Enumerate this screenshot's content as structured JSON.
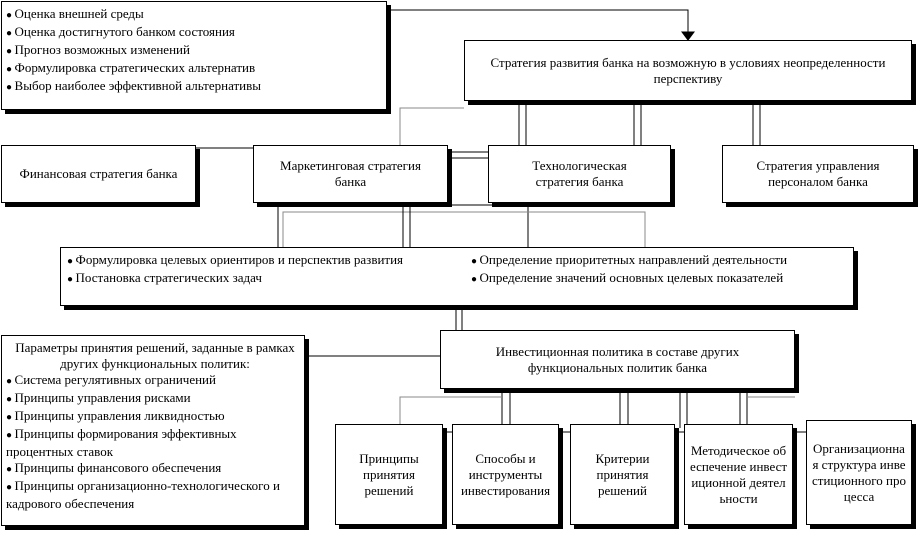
{
  "analysis": {
    "items": [
      "Оценка внешней среды",
      "Оценка достигнутого банком состояния",
      "Прогноз возможных изменений",
      "Формулировка стратегических альтернатив",
      "Выбор наиболее эффективной альтернативы"
    ]
  },
  "strategy": {
    "title": "Стратегия развития банка на возможную в условиях неопределенности перспективу"
  },
  "functional": {
    "finance": "Финансовая стратегия банка",
    "marketing": "Маркетинговая стратегия банка",
    "technology": "Технологическая стратегия банка",
    "personnel": "Стратегия управления персоналом банка"
  },
  "goals": {
    "left": [
      "Формулировка целевых ориентиров и перспектив развития",
      "Постановка стратегических задач"
    ],
    "right": [
      "Определение приоритетных направлений деятельности",
      "Определение значений основных целевых показателей"
    ]
  },
  "params": {
    "heading": "Параметры принятия решений, заданные в рамках других функциональных политик:",
    "items": [
      "Система регулятивных ограничений",
      "Принципы управления рисками",
      "Принципы управления ликвидностью",
      "Принципы формирования эффективных процентных ставок",
      "Принципы финансового обеспечения",
      "Принципы организационно-технологического и кадрового обеспечения"
    ]
  },
  "investment": {
    "title": "Инвестиционная политика в составе других функциональных политик банка"
  },
  "bottom": {
    "principles": "Принципы принятия решений",
    "methods": "Способы и инструменты инвестирования",
    "criteria": "Критерии принятия решений",
    "methodical": "Методическое обеспечение инвестиционной деятельности",
    "organization": "Организационная структура инвестиционного процесса"
  }
}
